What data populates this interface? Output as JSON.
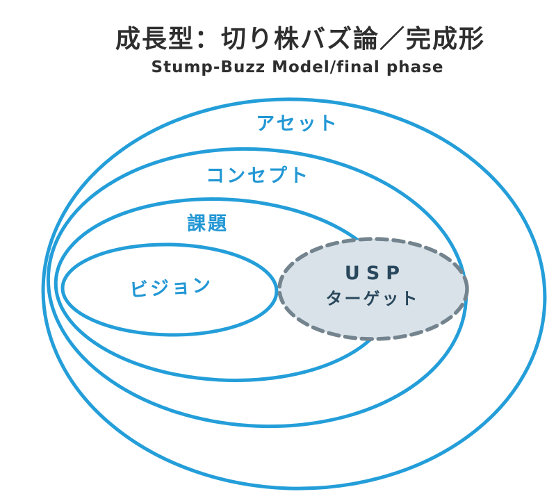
{
  "title": "成長型：切り株バズ論／完成形",
  "subtitle": "Stump-Buzz Model/final phase",
  "diagram": {
    "type": "nested-ellipses",
    "layers": [
      {
        "id": "asset",
        "label": "アセット"
      },
      {
        "id": "concept",
        "label": "コンセプト"
      },
      {
        "id": "issue",
        "label": "課題"
      },
      {
        "id": "vision",
        "label": "ビジョン"
      }
    ],
    "highlight": {
      "id": "usp-target",
      "line1": "USP",
      "line2": "ターゲット",
      "style": "dashed-filled"
    }
  },
  "colors": {
    "bg_color": "#FFFFFF",
    "ring_blue": "#249ED9",
    "label_blue": "#2297D4",
    "title_color": "#2E2E2E",
    "usp_fill": "#D8E2E8",
    "usp_stroke": "#74848E",
    "usp_text": "#29475C"
  }
}
